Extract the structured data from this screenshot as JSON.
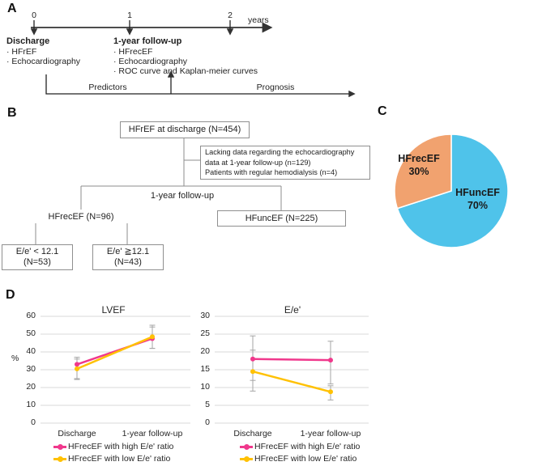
{
  "panelA": {
    "letter": "A",
    "ticks": [
      "0",
      "1",
      "2"
    ],
    "axis_unit": "years",
    "discharge_title": "Discharge",
    "discharge_items": [
      "· HFrEF",
      "· Echocardiography"
    ],
    "followup_title": "1-year follow-up",
    "followup_items": [
      "· HFrecEF",
      "· Echocardiography",
      "· ROC curve and Kaplan-meier curves"
    ],
    "predictors_label": "Predictors",
    "prognosis_label": "Prognosis"
  },
  "panelB": {
    "letter": "B",
    "root_box": "HFrEF at discharge (N=454)",
    "exclusion_box_lines": [
      "Lacking data regarding the echocardiography",
      "data at 1-year follow-up (n=129)",
      "Patients with regular hemodialysis (n=4)"
    ],
    "branch_label": "1-year follow-up",
    "left_node": "HFrecEF (N=96)",
    "right_box": "HFuncEF (N=225)",
    "sub_box_low": [
      "E/e' < 12.1",
      "(N=53)"
    ],
    "sub_box_high": [
      "E/e' ≧12.1",
      "(N=43)"
    ]
  },
  "panelC": {
    "letter": "C"
  },
  "panelD": {
    "letter": "D"
  },
  "chart_data": [
    {
      "type": "pie",
      "start_angle": "top",
      "direction": "clockwise",
      "slices": [
        {
          "label": "HFuncEF",
          "value": 70,
          "pct_label": "70%",
          "color": "#4FC3EA"
        },
        {
          "label": "HFrecEF",
          "value": 30,
          "pct_label": "30%",
          "color": "#F1A26F"
        }
      ]
    },
    {
      "type": "line",
      "title": "LVEF",
      "ylabel": "%",
      "categories": [
        "Discharge",
        "1-year follow-up"
      ],
      "ylim": [
        0,
        60
      ],
      "yticks": [
        0,
        10,
        20,
        30,
        40,
        50,
        60
      ],
      "grid": true,
      "legend_position": "bottom",
      "series": [
        {
          "name": "HFrecEF with high E/e' ratio",
          "color": "#F0388C",
          "values": [
            33,
            47.5
          ],
          "error_bars": [
            [
              25,
              37
            ],
            [
              42,
              54
            ]
          ]
        },
        {
          "name": "HFrecEF with low E/e' ratio",
          "color": "#FFC103",
          "values": [
            30.5,
            48.5
          ],
          "error_bars": [
            [
              24.5,
              36
            ],
            [
              42,
              55
            ]
          ]
        }
      ]
    },
    {
      "type": "line",
      "title": "E/e'",
      "ylabel": "",
      "categories": [
        "Discharge",
        "1-year follow-up"
      ],
      "ylim": [
        0,
        30
      ],
      "yticks": [
        0,
        5,
        10,
        15,
        20,
        25,
        30
      ],
      "grid": true,
      "legend_position": "bottom",
      "series": [
        {
          "name": "HFrecEF with high E/e' ratio",
          "color": "#F0388C",
          "values": [
            18,
            17.7
          ],
          "error_bars": [
            [
              12,
              24.5
            ],
            [
              11,
              23
            ]
          ]
        },
        {
          "name": "HFrecEF with low E/e' ratio",
          "color": "#FFC103",
          "values": [
            14.5,
            8.8
          ],
          "error_bars": [
            [
              9,
              20.5
            ],
            [
              6.5,
              10.5
            ]
          ]
        }
      ]
    }
  ]
}
